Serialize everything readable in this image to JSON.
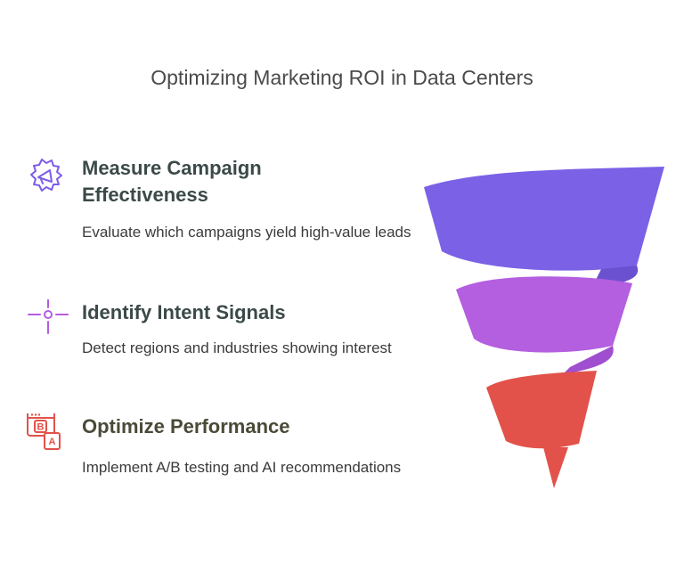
{
  "title": "Optimizing Marketing ROI in Data Centers",
  "items": [
    {
      "heading": "Measure Campaign Effectiveness",
      "description": "Evaluate which campaigns yield high-value leads",
      "icon": "megaphone-icon",
      "color": "#7D5CE8"
    },
    {
      "heading": "Identify Intent Signals",
      "description": "Detect regions and industries showing interest",
      "icon": "target-crosshair-icon",
      "color": "#B55CE0"
    },
    {
      "heading": "Optimize Performance",
      "description": "Implement A/B testing and AI recommendations",
      "icon": "ab-test-icon",
      "color": "#E2524A",
      "icon_letters": [
        "B",
        "A"
      ]
    }
  ],
  "funnel_colors": {
    "top": "#7B61E6",
    "middle": "#B45EE0",
    "bottom": "#E2524A"
  },
  "heading_colors": {
    "item1": "#3b4a48",
    "item2": "#3b4a48",
    "item3": "#4a4a38"
  }
}
